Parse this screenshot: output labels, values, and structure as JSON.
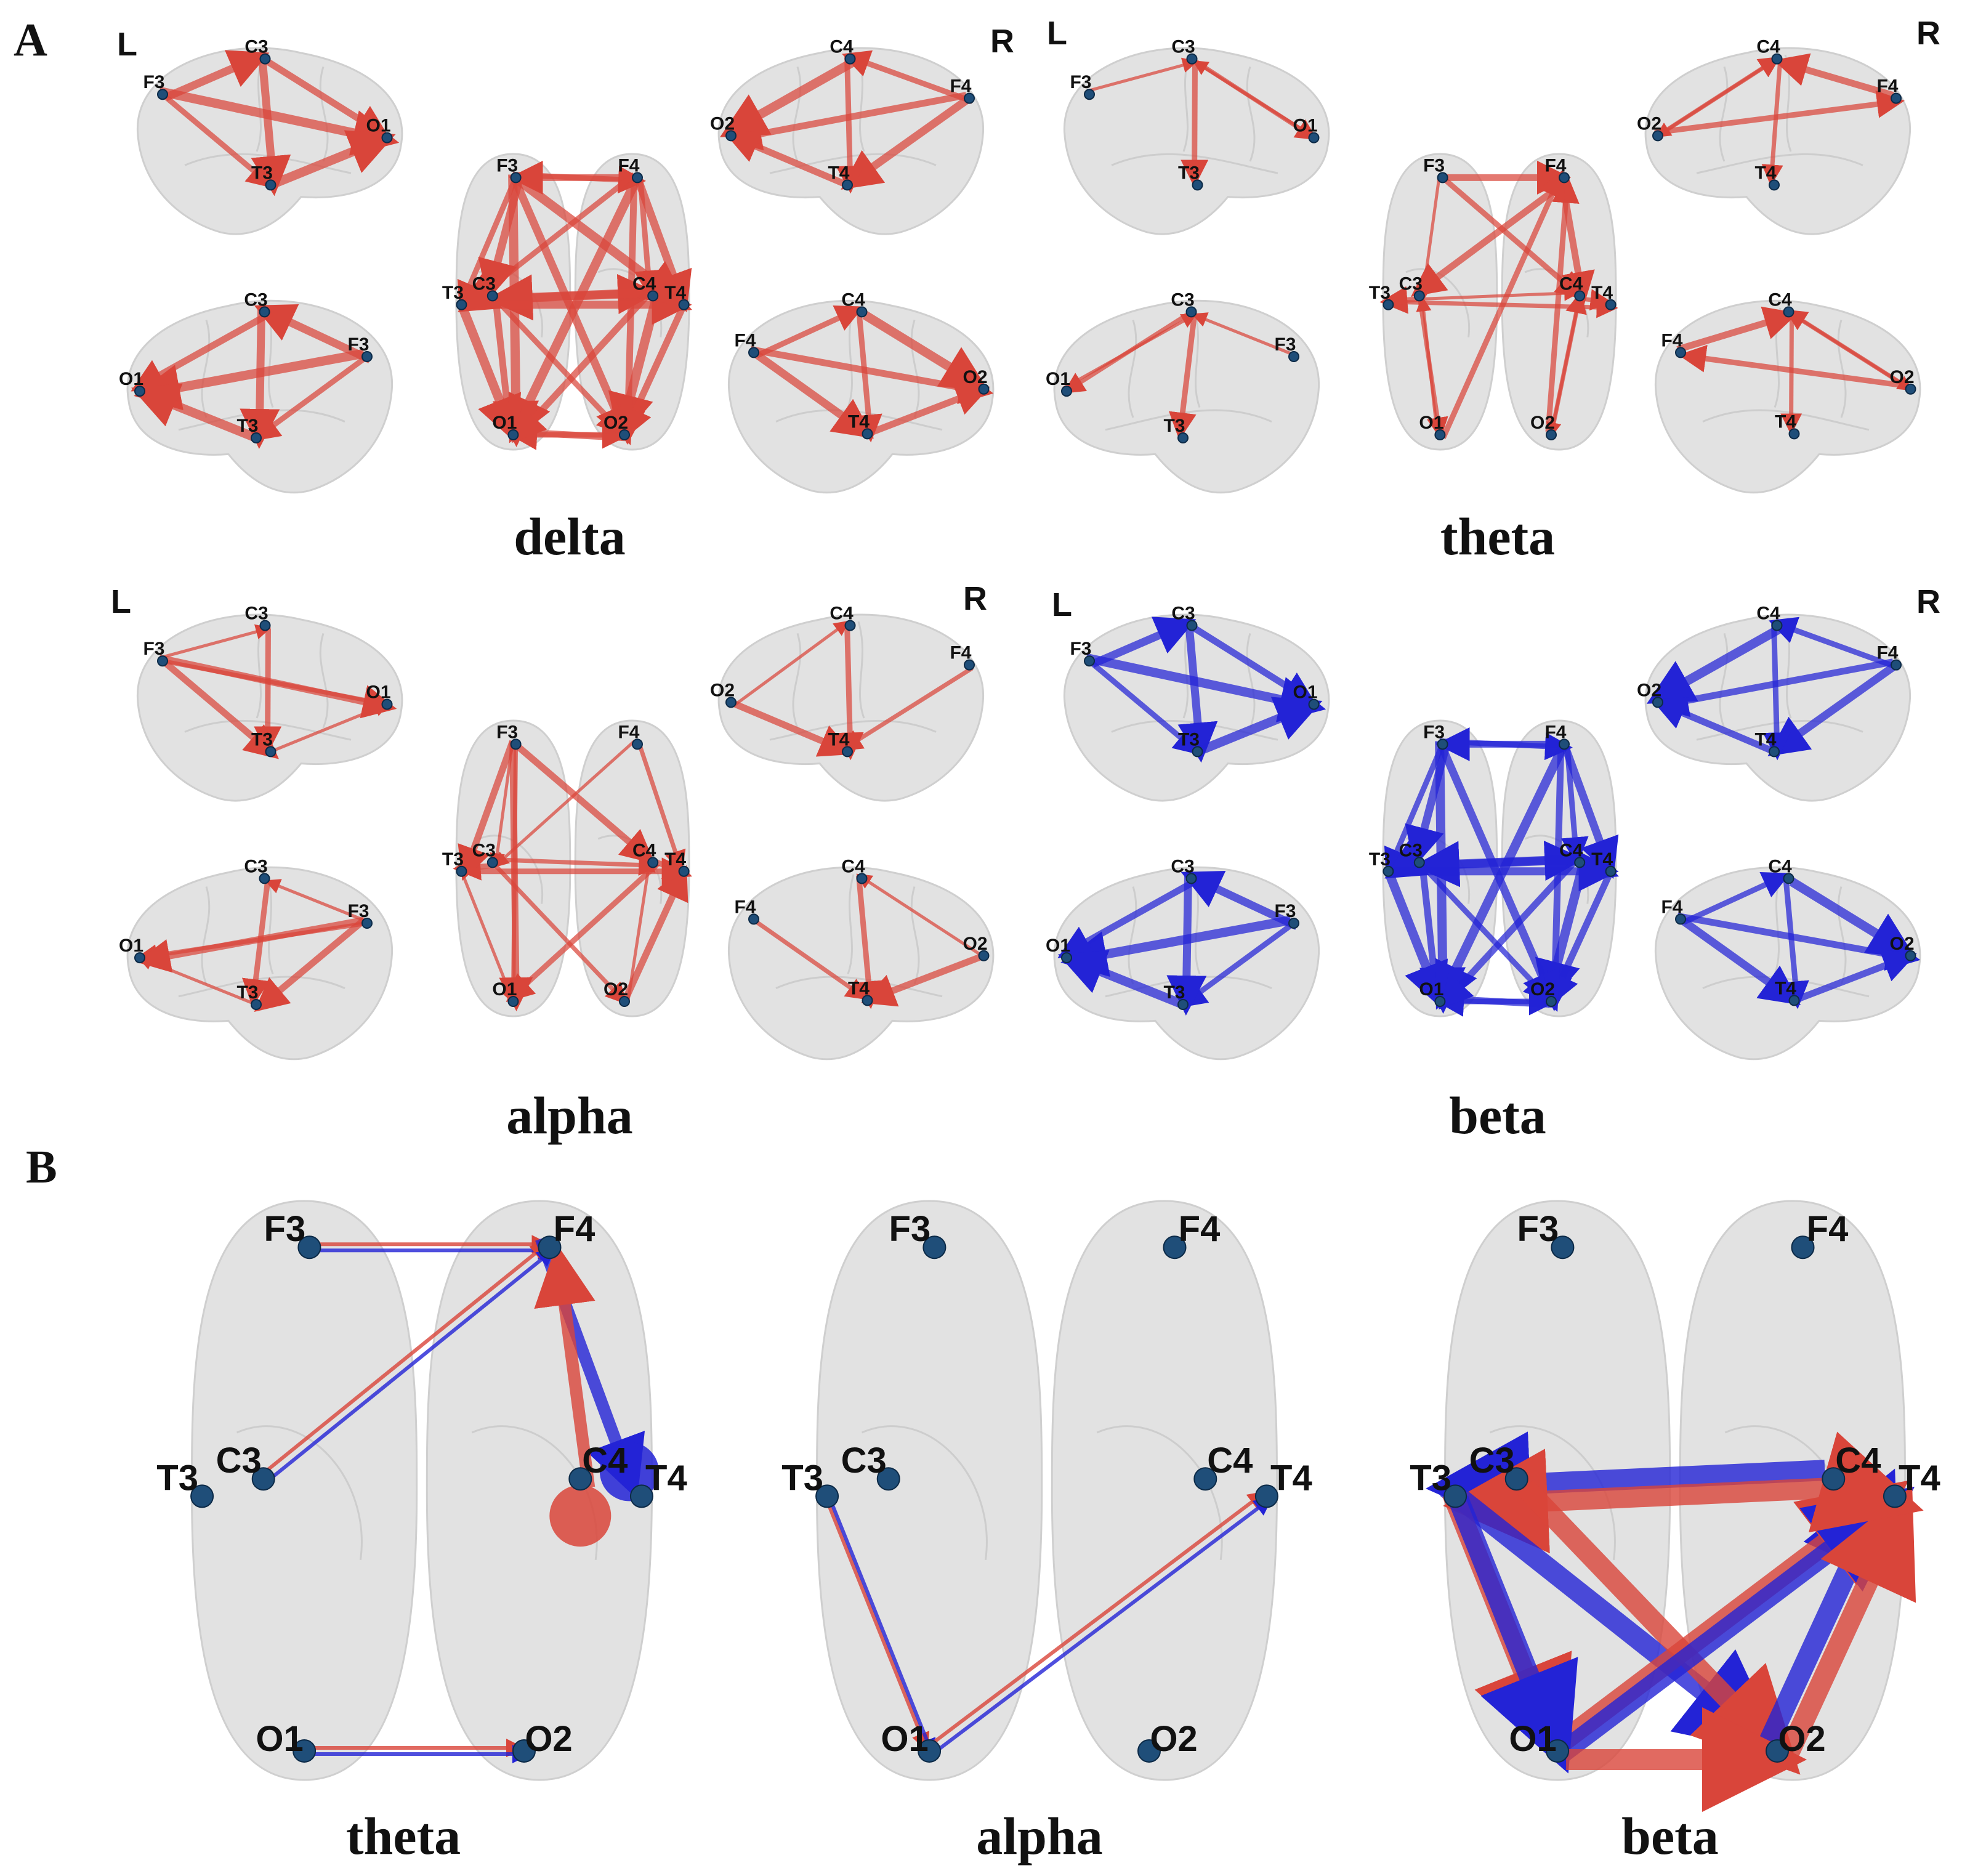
{
  "panels": {
    "A": {
      "letter": "A",
      "hemisphere_left": "L",
      "hemisphere_right": "R",
      "bands": [
        {
          "title": "delta",
          "color": "#d9453a"
        },
        {
          "title": "theta",
          "color": "#d9453a"
        },
        {
          "title": "alpha",
          "color": "#d9453a"
        },
        {
          "title": "beta",
          "color": "#2323d6"
        }
      ]
    },
    "B": {
      "letter": "B",
      "bands": [
        {
          "title": "theta"
        },
        {
          "title": "alpha"
        },
        {
          "title": "beta"
        }
      ]
    }
  },
  "electrodes": [
    "F3",
    "F4",
    "C3",
    "C4",
    "T3",
    "T4",
    "O1",
    "O2"
  ],
  "colors": {
    "increase": "#d9453a",
    "decrease": "#2323d6",
    "node": "#1f4e79",
    "brain": "#e2e2e2"
  },
  "connections": {
    "delta": [
      [
        "F3",
        "F4"
      ],
      [
        "F4",
        "F3"
      ],
      [
        "F3",
        "C3"
      ],
      [
        "F3",
        "O1"
      ],
      [
        "F3",
        "T3"
      ],
      [
        "C3",
        "O1"
      ],
      [
        "C3",
        "T3"
      ],
      [
        "T3",
        "O1"
      ],
      [
        "F4",
        "C4"
      ],
      [
        "F4",
        "O2"
      ],
      [
        "F4",
        "T4"
      ],
      [
        "C4",
        "O2"
      ],
      [
        "C4",
        "T4"
      ],
      [
        "T4",
        "O2"
      ],
      [
        "C3",
        "C4"
      ],
      [
        "C4",
        "C3"
      ],
      [
        "O1",
        "O2"
      ],
      [
        "O2",
        "O1"
      ],
      [
        "F3",
        "O2"
      ],
      [
        "F4",
        "O1"
      ],
      [
        "C3",
        "O2"
      ],
      [
        "C4",
        "O1"
      ],
      [
        "T3",
        "T4"
      ],
      [
        "F3",
        "T4"
      ],
      [
        "F4",
        "T3"
      ]
    ],
    "theta": [
      [
        "F3",
        "C3"
      ],
      [
        "C3",
        "O1"
      ],
      [
        "C3",
        "T3"
      ],
      [
        "F4",
        "C4"
      ],
      [
        "C4",
        "O2"
      ],
      [
        "C4",
        "T4"
      ],
      [
        "O2",
        "F4"
      ],
      [
        "F3",
        "F4"
      ],
      [
        "C3",
        "C4"
      ],
      [
        "T3",
        "T4"
      ],
      [
        "F3",
        "C4"
      ],
      [
        "F4",
        "C3"
      ],
      [
        "O1",
        "C3"
      ],
      [
        "O2",
        "C4"
      ],
      [
        "O1",
        "F4"
      ]
    ],
    "alpha": [
      [
        "F3",
        "C3"
      ],
      [
        "F3",
        "O1"
      ],
      [
        "C3",
        "T3"
      ],
      [
        "F3",
        "T3"
      ],
      [
        "T3",
        "O1"
      ],
      [
        "F4",
        "T4"
      ],
      [
        "C4",
        "T4"
      ],
      [
        "O2",
        "T4"
      ],
      [
        "O2",
        "C4"
      ],
      [
        "C3",
        "C4"
      ],
      [
        "T3",
        "T4"
      ],
      [
        "F3",
        "C4"
      ],
      [
        "F4",
        "C3"
      ],
      [
        "C3",
        "O2"
      ],
      [
        "C4",
        "O1"
      ],
      [
        "F3",
        "O1"
      ]
    ],
    "beta": [
      [
        "F3",
        "F4"
      ],
      [
        "F4",
        "F3"
      ],
      [
        "F3",
        "C3"
      ],
      [
        "F3",
        "O1"
      ],
      [
        "F3",
        "T3"
      ],
      [
        "C3",
        "O1"
      ],
      [
        "C3",
        "T3"
      ],
      [
        "T3",
        "O1"
      ],
      [
        "F4",
        "C4"
      ],
      [
        "F4",
        "O2"
      ],
      [
        "F4",
        "T4"
      ],
      [
        "C4",
        "O2"
      ],
      [
        "C4",
        "T4"
      ],
      [
        "T4",
        "O2"
      ],
      [
        "C3",
        "C4"
      ],
      [
        "C4",
        "C3"
      ],
      [
        "O1",
        "O2"
      ],
      [
        "O2",
        "O1"
      ],
      [
        "F3",
        "O2"
      ],
      [
        "F4",
        "O1"
      ],
      [
        "C3",
        "O2"
      ],
      [
        "C4",
        "O1"
      ],
      [
        "T3",
        "T4"
      ]
    ]
  },
  "comparison": {
    "theta": [
      {
        "from": "F3",
        "to": "F4",
        "color": "mixed"
      },
      {
        "from": "C3",
        "to": "F4",
        "color": "mixed"
      },
      {
        "from": "F4",
        "to": "T4",
        "color": "decrease"
      },
      {
        "from": "C4",
        "to": "F4",
        "color": "increase"
      },
      {
        "from": "O1",
        "to": "O2",
        "color": "mixed"
      }
    ],
    "alpha": [
      {
        "from": "T3",
        "to": "O1",
        "color": "mixed"
      },
      {
        "from": "O1",
        "to": "T4",
        "color": "mixed"
      }
    ],
    "beta": [
      {
        "from": "C4",
        "to": "T3",
        "color": "decrease"
      },
      {
        "from": "C4",
        "to": "T3",
        "color": "increase"
      },
      {
        "from": "T3",
        "to": "O2",
        "color": "decrease"
      },
      {
        "from": "C3",
        "to": "O2",
        "color": "increase"
      },
      {
        "from": "O2",
        "to": "T4",
        "color": "decrease"
      },
      {
        "from": "O1",
        "to": "T4",
        "color": "mixed"
      },
      {
        "from": "O2",
        "to": "T4",
        "color": "increase"
      },
      {
        "from": "T3",
        "to": "O1",
        "color": "mixed"
      },
      {
        "from": "O1",
        "to": "O2",
        "color": "increase"
      },
      {
        "from": "C4",
        "to": "T4",
        "color": "increase"
      }
    ]
  }
}
